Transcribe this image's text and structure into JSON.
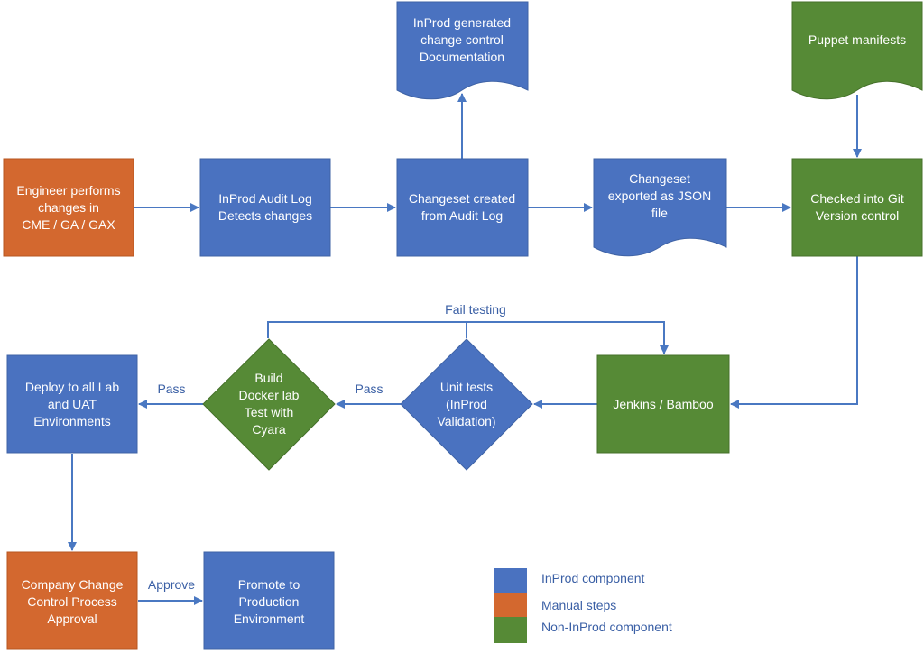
{
  "colors": {
    "inprod": "#4a72c0",
    "manual": "#d3682f",
    "non_inprod": "#568a36",
    "connector": "#4a78c2",
    "label": "#3a5fa5"
  },
  "nodes": {
    "engineer": [
      "Engineer performs",
      "changes in",
      "CME / GA / GAX"
    ],
    "audit_log": [
      "InProd Audit Log",
      "Detects changes"
    ],
    "changeset_created": [
      "Changeset created",
      "from Audit Log"
    ],
    "documentation": [
      "InProd generated",
      "change control",
      "Documentation"
    ],
    "json_export": [
      "Changeset",
      "exported as JSON",
      "file"
    ],
    "git": [
      "Checked into Git",
      "Version control"
    ],
    "puppet": [
      "Puppet manifests"
    ],
    "jenkins": [
      "Jenkins / Bamboo"
    ],
    "unit_tests": [
      "Unit tests",
      "(InProd",
      "Validation)"
    ],
    "docker": [
      "Build",
      "Docker lab",
      "Test with",
      "Cyara"
    ],
    "deploy": [
      "Deploy to all Lab",
      "and UAT",
      "Environments"
    ],
    "approval": [
      "Company Change",
      "Control Process",
      "Approval"
    ],
    "promote": [
      "Promote to",
      "Production",
      "Environment"
    ]
  },
  "edges": {
    "fail_testing": "Fail testing",
    "pass_unit": "Pass",
    "pass_docker": "Pass",
    "approve": "Approve"
  },
  "legend": {
    "inprod": "InProd component",
    "manual": "Manual steps",
    "non_inprod": "Non-InProd component"
  }
}
